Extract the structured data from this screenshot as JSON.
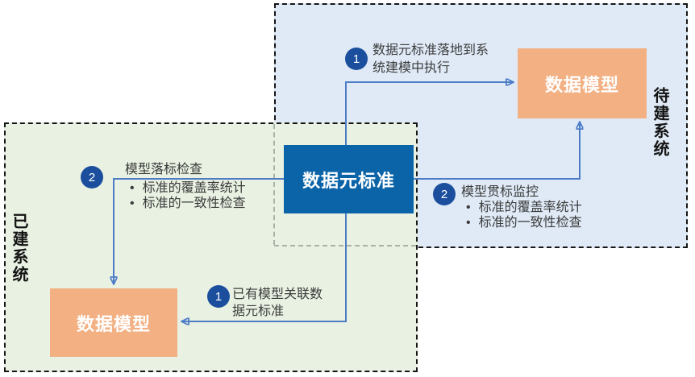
{
  "regions": {
    "pending": {
      "label": "待建系统"
    },
    "existing": {
      "label": "已建系统"
    }
  },
  "nodes": {
    "data_standard": {
      "label": "数据元标准"
    },
    "pending_model": {
      "label": "数据模型"
    },
    "existing_model": {
      "label": "数据模型"
    }
  },
  "annotations": {
    "pending_apply": {
      "badge": "1",
      "line1": "数据元标准落地到系",
      "line2": "统建模中执行"
    },
    "pending_monitor": {
      "badge": "2",
      "title": "模型贯标监控",
      "bullet1": "标准的覆盖率统计",
      "bullet2": "标准的一致性检查"
    },
    "existing_check": {
      "badge": "2",
      "title": "模型落标检查",
      "bullet1": "标准的覆盖率统计",
      "bullet2": "标准的一致性检查"
    },
    "existing_link": {
      "badge": "1",
      "line1": "已有模型关联数",
      "line2": "据元标准"
    }
  },
  "colors": {
    "pending_region_bg": "#dfeaf6",
    "existing_region_bg": "#e8f1e2",
    "standard_box": "#0b64a8",
    "model_box": "#f2b083",
    "badge": "#1b4f9e",
    "arrow": "#4d7cc7",
    "region_border": "#161616"
  }
}
